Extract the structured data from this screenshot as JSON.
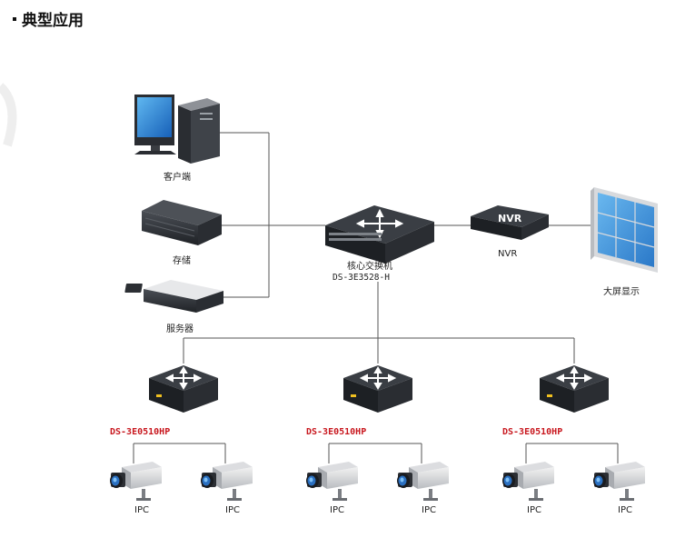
{
  "header": {
    "title": "典型应用"
  },
  "nodes": {
    "client": "客户端",
    "storage": "存储",
    "server": "服务器",
    "core_switch": "核心交换机",
    "core_switch_model": "DS-3E3528-H",
    "nvr_badge": "NVR",
    "nvr": "NVR",
    "big_screen": "大屏显示",
    "access_switch_model": "DS-3E0510HP",
    "ipc": "IPC"
  },
  "colors": {
    "model_label": "#c8171e",
    "screen_blue": "#2a86d8",
    "device_dark": "#2b2e33"
  }
}
